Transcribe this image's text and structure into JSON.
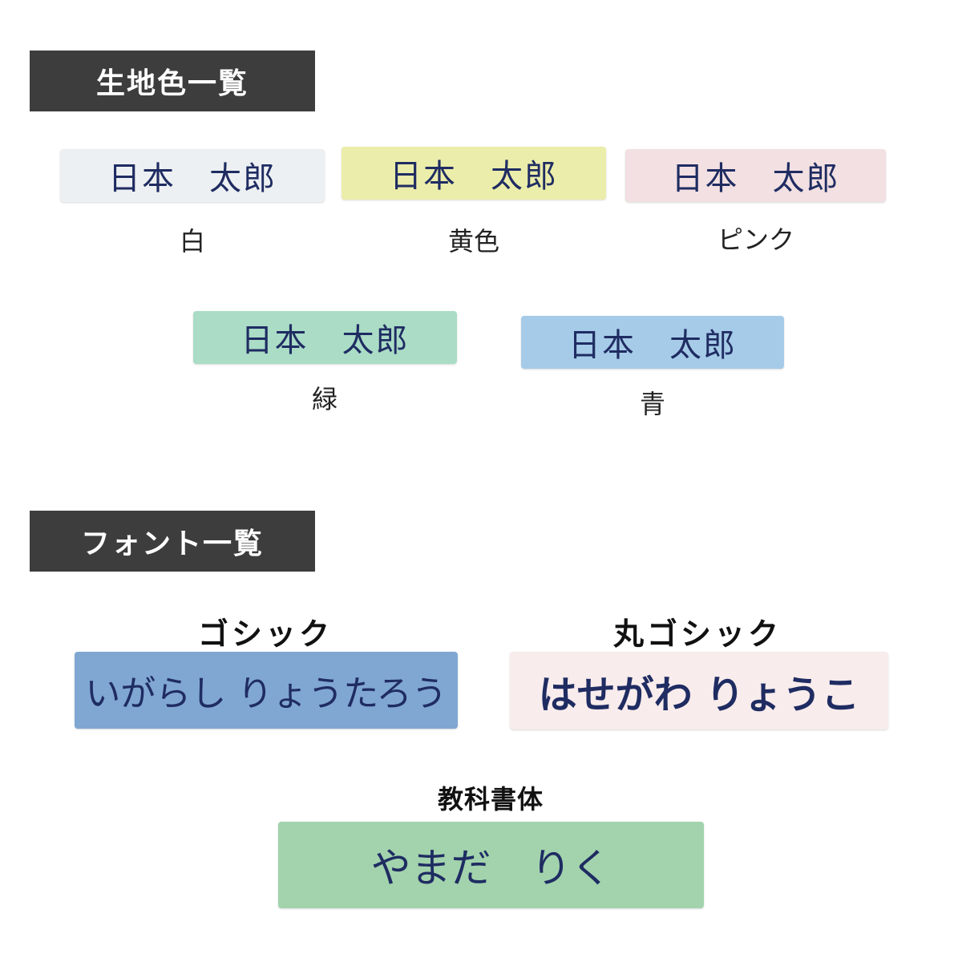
{
  "colors_section": {
    "title": "生地色一覧",
    "sample_text": "日本　太郎",
    "swatches": [
      {
        "label": "白",
        "color": "#edf0f2"
      },
      {
        "label": "黄色",
        "color": "#ebedaa"
      },
      {
        "label": "ピンク",
        "color": "#f2e0e2"
      },
      {
        "label": "緑",
        "color": "#aadcc6"
      },
      {
        "label": "青",
        "color": "#a6cbe8"
      }
    ]
  },
  "fonts_section": {
    "title": "フォント一覧",
    "fonts": [
      {
        "name": "ゴシック",
        "sample": "いがらし りょうたろう",
        "color": "#80a7d2"
      },
      {
        "name": "丸ゴシック",
        "sample": "はせがわ りょうこ",
        "color": "#f8ecec"
      },
      {
        "name": "教科書体",
        "sample": "やまだ　りく",
        "color": "#a2d3ad"
      }
    ]
  }
}
